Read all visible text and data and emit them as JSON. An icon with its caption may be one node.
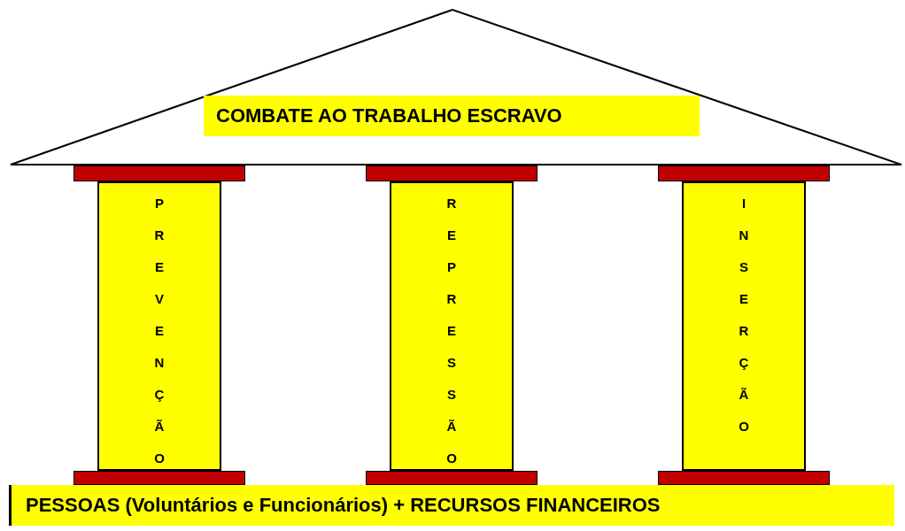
{
  "diagram": {
    "nodes": [
      {
        "text": [
          "COMBATE AO TRABALHO ESCRAVO"
        ]
      },
      {
        "text": [
          "PREVENÇÃO"
        ]
      },
      {
        "text": [
          "REPRESSÃO"
        ]
      },
      {
        "text": [
          "INSERÇÃO"
        ]
      },
      {
        "text": [
          "PESSOAS (Voluntários e Funcionários) + RECURSOS FINANCEIROS"
        ]
      },
      {
        "text": [],
        "shape": "bar"
      },
      {
        "text": [],
        "shape": "bar"
      },
      {
        "text": [],
        "shape": "bar"
      },
      {
        "text": [],
        "shape": "bar"
      },
      {
        "text": [],
        "shape": "bar"
      },
      {
        "text": [],
        "shape": "bar"
      }
    ]
  }
}
